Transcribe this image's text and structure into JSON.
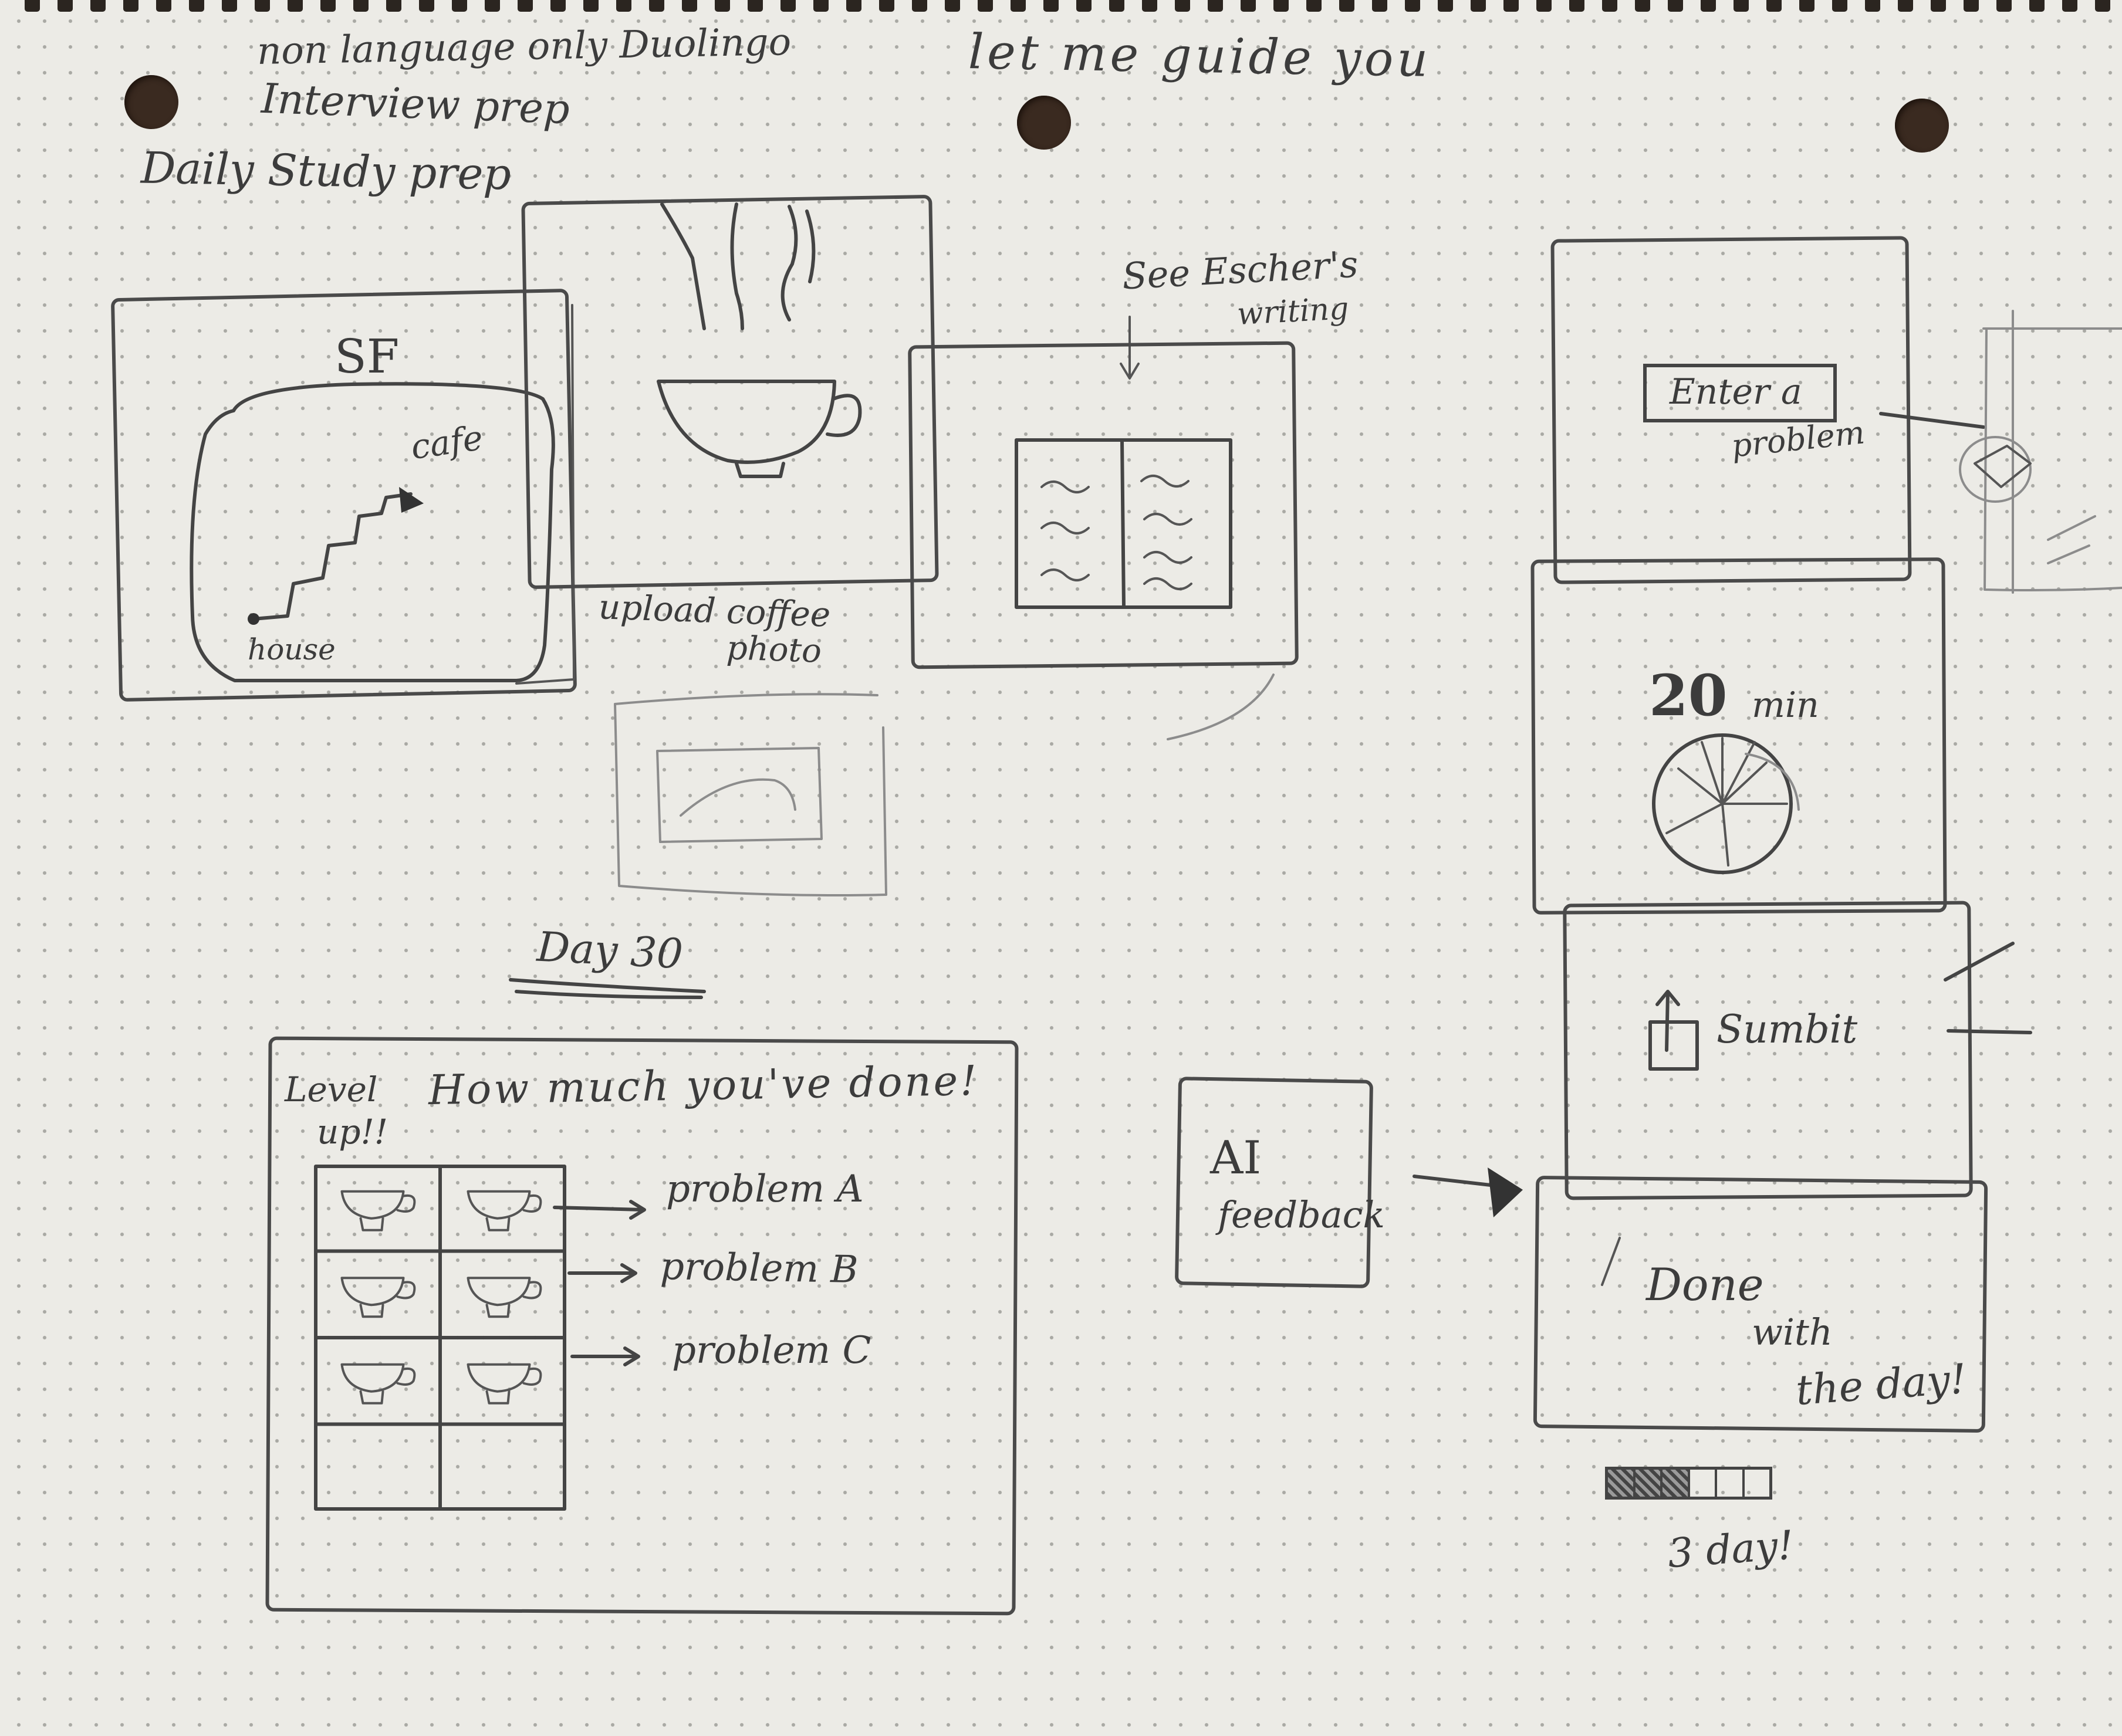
{
  "header": {
    "note_line_1": "non language only Duolingo",
    "note_line_2": "Interview prep",
    "note_line_3": "Daily  Study  prep",
    "tagline": "let  me  guide  you"
  },
  "map_screen": {
    "city_label": "SF",
    "destination_label": "cafe",
    "origin_label": "house"
  },
  "coffee_screen": {
    "caption_line_1": "upload  coffee",
    "caption_line_2": "photo"
  },
  "book_screen": {
    "annotation_line_1": "See Escher's",
    "annotation_line_2": "writing"
  },
  "progress_screen": {
    "day_label": "Day  30",
    "level_line_1": "Level",
    "level_line_2": "up!!",
    "heading": "How much you've done!",
    "problems": [
      "problem A",
      "problem B",
      "problem C"
    ],
    "cups_filled": 6,
    "grid_cells": 8
  },
  "flow": {
    "enter_problem_line_1": "Enter a",
    "enter_problem_line_2": "problem",
    "timer_number": "20",
    "timer_unit": "min",
    "submit_label": "Sumbit",
    "ai_line_1": "AI",
    "ai_line_2": "feedback",
    "done_line_1": "Done",
    "done_line_2": "with",
    "done_line_3": "the day!",
    "streak_label": "3 day!",
    "streak_segments": 6,
    "streak_filled": 3
  }
}
